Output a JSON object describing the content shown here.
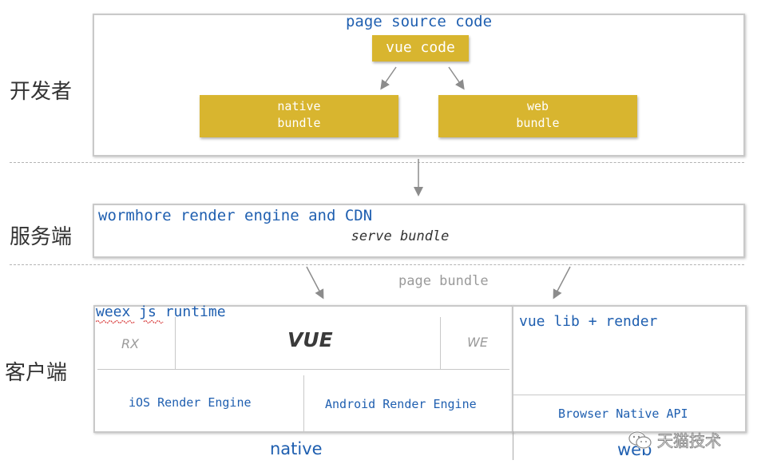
{
  "labels": {
    "developer": "开发者",
    "server": "服务端",
    "client": "客户端"
  },
  "top": {
    "title": "page source code",
    "vue_code": "vue code",
    "native_bundle": [
      "native",
      "bundle"
    ],
    "web_bundle": [
      "web",
      "bundle"
    ]
  },
  "server_box": {
    "title": "wormhore render engine and CDN",
    "subtitle": "serve bundle"
  },
  "page_bundle": "page bundle",
  "client_box": {
    "runtime": "weex js runtime",
    "rx": "RX",
    "vue": "VUE",
    "we": "WE",
    "ios": "iOS Render Engine",
    "android": "Android Render Engine",
    "vue_lib": "vue lib + render",
    "browser_api": "Browser Native API"
  },
  "bottom": {
    "native": "native",
    "web": "web"
  },
  "watermark": "天猫技术",
  "colors": {
    "accent_blue": "#1f5fb0",
    "gold": "#d8b52f"
  }
}
